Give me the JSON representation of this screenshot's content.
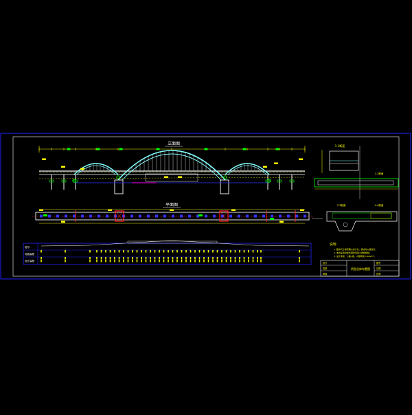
{
  "drawing": {
    "elevation_title": "立面图",
    "plan_title": "平面图",
    "section_title": "1-1断面",
    "detail_title_a": "2-2断面",
    "detail_title_b": "3-3断面",
    "detail_title_c": "4-4断面",
    "notes_label": "说明：",
    "notes_lines": [
      "1. 图中尺寸除高程以米计外，其余均以厘米计。",
      "2. 本桥采用中承式钢管混凝土拱桥结构。",
      "3. 设计荷载：公路-Ⅰ级，人群荷载3.5kN/m²。"
    ],
    "table_row_labels": [
      "桩号",
      "地面高程",
      "设计高程"
    ],
    "title_block": {
      "drawing_name": "桥型总体布置图",
      "left_cells": [
        "设计",
        "复核",
        "审核"
      ],
      "right_cells": [
        "图号",
        "日期",
        "比例"
      ]
    }
  },
  "colors": {
    "background": "#000000",
    "frame": "#2222ff",
    "inner_frame": "#ffffff",
    "deck": "#ffffff",
    "arch": "#7fffff",
    "dimension": "#ffff00",
    "marker_green": "#00ff00",
    "marker_red": "#ff2020",
    "plan_blue": "#3333ff",
    "magenta": "#ff00ff"
  }
}
